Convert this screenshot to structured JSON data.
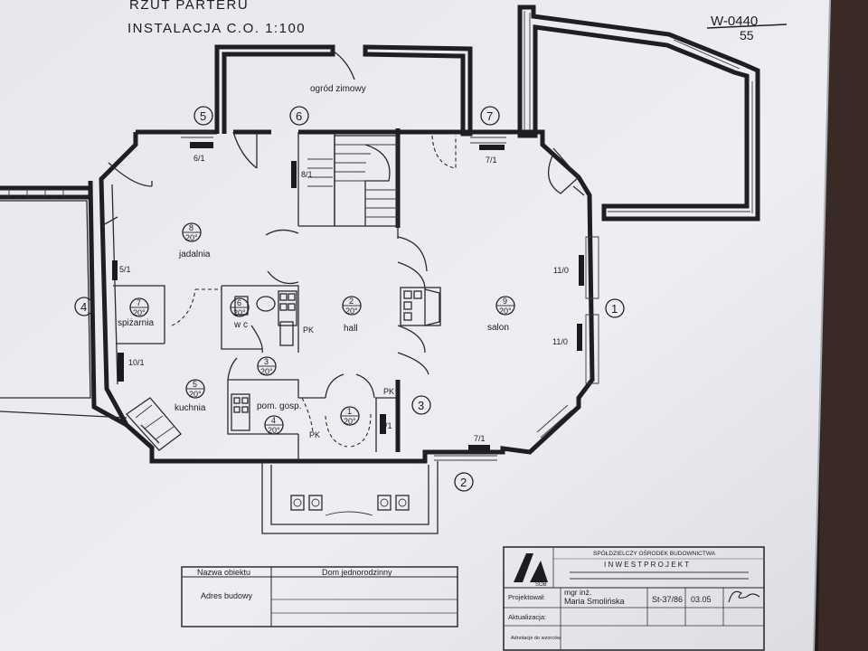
{
  "header": {
    "title_line1": "RZUT PARTERU",
    "title_line2": "INSTALACJA C.O. 1:100",
    "drawing_number_top": "W-0440",
    "drawing_number_bottom": "55"
  },
  "axes": [
    "1",
    "2",
    "3",
    "4",
    "5",
    "6",
    "7"
  ],
  "rooms": [
    {
      "number": "8",
      "temp": "20°",
      "name": "jadalnia"
    },
    {
      "number": "7",
      "temp": "20°",
      "name": "spiżarnia"
    },
    {
      "number": "6",
      "temp": "20°",
      "name": "w c"
    },
    {
      "number": "2",
      "temp": "20°",
      "name": "hall"
    },
    {
      "number": "9",
      "temp": "20°",
      "name": "salon"
    },
    {
      "number": "3",
      "temp": "20°",
      "name": ""
    },
    {
      "number": "5",
      "temp": "20°",
      "name": "kuchnia"
    },
    {
      "number": "4",
      "temp": "20°",
      "name": "pom. gosp."
    },
    {
      "number": "1",
      "temp": "20°",
      "name": ""
    }
  ],
  "extra_labels": {
    "winter_garden": "ogród zimowy"
  },
  "radiator_tags": {
    "r61": "6/1",
    "r81": "8/1",
    "r71a": "7/1",
    "r51": "5/1",
    "r110a": "11/0",
    "r110b": "11/0",
    "r101": "10/1",
    "r41": "4/1",
    "r71b": "7/1",
    "pk1": "PK",
    "pk2": "PK",
    "pk3": "PK"
  },
  "title_block": {
    "left": {
      "name_label": "Nazwa obiektu",
      "name_value": "Dom jednorodzinny",
      "address_label": "Adres budowy",
      "address_value": ""
    },
    "company_line1": "SPÓŁDZIELCZY OŚRODEK BUDOWNICTWA",
    "company_line2": "I N W E S T P R O J E K T",
    "logo_text": "SOB",
    "designed_label": "Projektował:",
    "designer_title": "mgr inż.",
    "designer_name": "Maria Smolińska",
    "drawing_code": "St-37/86",
    "date": "03.05",
    "updated_label": "Aktualizacja:",
    "remarks_label": "Adnotacje do wzorców"
  }
}
